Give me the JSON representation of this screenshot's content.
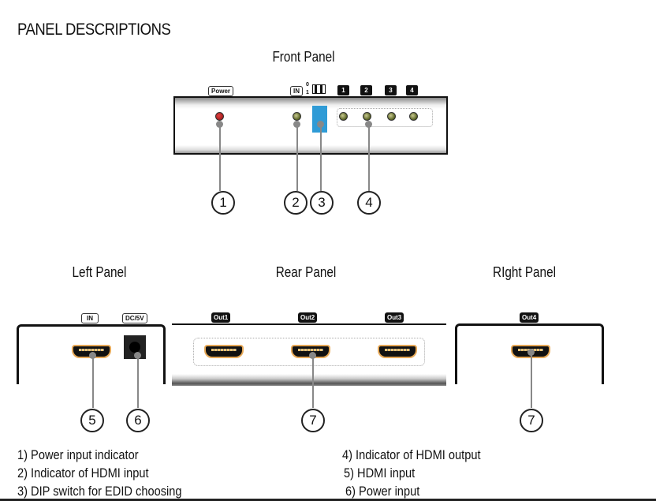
{
  "title": "PANEL DESCRIPTIONS",
  "front_panel": {
    "title": "Front Panel",
    "labels": {
      "power": "Power",
      "in": "IN",
      "dip_top": "0",
      "dip_bottom": "1",
      "outputs": [
        "1",
        "2",
        "3",
        "4"
      ]
    },
    "callouts": [
      "1",
      "2",
      "3",
      "4"
    ],
    "colors": {
      "power_led": "#b01818",
      "status_led": "#6b7a2a",
      "dip_switch": "#2f9bd6"
    }
  },
  "left_panel": {
    "title": "Left Panel",
    "labels": {
      "in": "IN",
      "dc": "DC/5V"
    },
    "callouts": [
      "5",
      "6"
    ]
  },
  "rear_panel": {
    "title": "Rear Panel",
    "labels": [
      "Out1",
      "Out2",
      "Out3"
    ],
    "callouts": [
      "7"
    ]
  },
  "right_panel": {
    "title": "RIght Panel",
    "labels": [
      "Out4"
    ],
    "callouts": [
      "7"
    ]
  },
  "descriptions": {
    "left": [
      "1) Power input indicator",
      "2) Indicator of HDMI input",
      "3) DIP switch for EDID choosing"
    ],
    "right": [
      "4) Indicator of HDMI output",
      "5) HDMI input",
      "6) Power input"
    ]
  }
}
